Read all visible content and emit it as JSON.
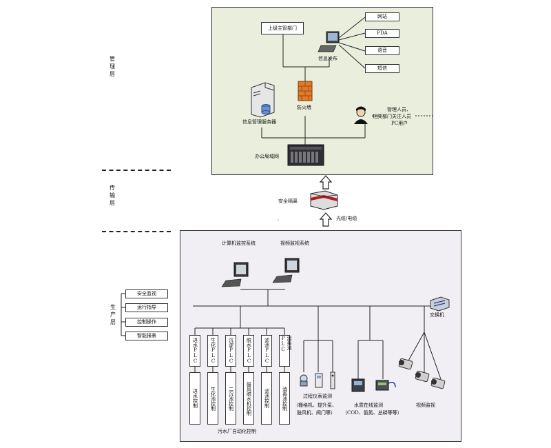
{
  "layers": {
    "management": "管理层",
    "transmission": "传输层",
    "production": "生产层"
  },
  "management": {
    "superior": "上级主管部门",
    "info_publish": "信息发布",
    "channels": [
      "网站",
      "PDA",
      "语音",
      "短信"
    ],
    "firewall": "防火墙",
    "info_server": "信息管理服务器",
    "users_line1": "管理人员、",
    "users_line2": "相关部门关注人员",
    "users_line3": "PC用户",
    "lan": "办公局域网"
  },
  "transmission": {
    "isolation": "安全隔离",
    "cable": "光缆/电缆",
    "stray_mark": "'"
  },
  "production": {
    "computer_monitoring": "计算机监控系统",
    "video_monitoring_system": "视频监视系统",
    "switch": "交换机",
    "side_functions": [
      "安全监视",
      "运行指导",
      "控制操作",
      "智能报表"
    ],
    "plc_units": [
      "进水PLC",
      "生化PLC",
      "沉淀PLC",
      "脱水PLC",
      "滤池PLC",
      "消毒池PLC"
    ],
    "controls": [
      "进水控制",
      "生化池控制",
      "二沉池控制",
      "鼓风脱水机控制",
      "滤池控制",
      "消毒池控制"
    ],
    "plant_automation": "污水厂自动化控制",
    "process_instruments": "过程仪表监测",
    "process_instruments_note1": "（栅格机、提升泵、",
    "process_instruments_note2": "鼓风机、阀门等）",
    "water_quality": "水质在线监测",
    "water_quality_note": "（COD、氨氮、总磷等等）",
    "video_monitoring": "视频监视"
  }
}
